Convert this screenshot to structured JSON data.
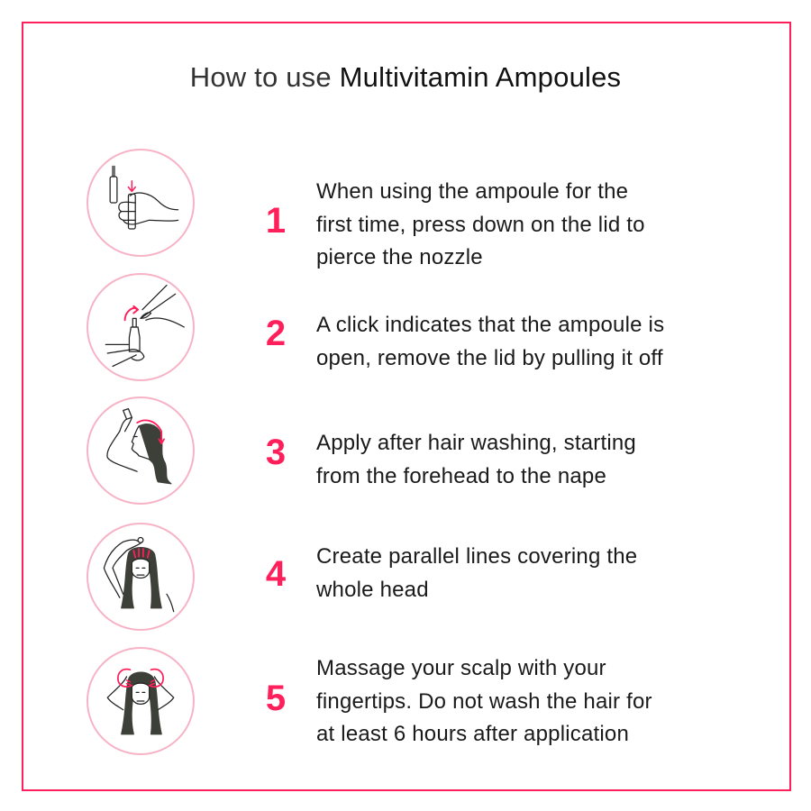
{
  "title": {
    "prefix": "How to use",
    "product": "Multivitamin Ampoules"
  },
  "colors": {
    "accent": "#ff1f5a",
    "circle_border": "#f7b3c6",
    "text": "#1a1a1a",
    "hair": "#3d4038"
  },
  "steps": [
    {
      "number": "1",
      "icon": "press-ampoule-lid-icon",
      "lines": [
        "When using the ampoule for the",
        "first time, press down on the lid to",
        "pierce the nozzle"
      ]
    },
    {
      "number": "2",
      "icon": "remove-lid-icon",
      "lines": [
        "A click indicates that the ampoule is",
        "open, remove the lid by pulling it off"
      ]
    },
    {
      "number": "3",
      "icon": "apply-forehead-to-nape-icon",
      "lines": [
        "Apply after hair washing, starting",
        "from the forehead to the nape"
      ]
    },
    {
      "number": "4",
      "icon": "parallel-lines-icon",
      "lines": [
        "Create parallel lines covering the",
        "whole head"
      ]
    },
    {
      "number": "5",
      "icon": "massage-scalp-icon",
      "lines": [
        "Massage your scalp with your",
        "fingertips. Do not wash the hair for",
        "at least 6 hours after application"
      ]
    }
  ]
}
